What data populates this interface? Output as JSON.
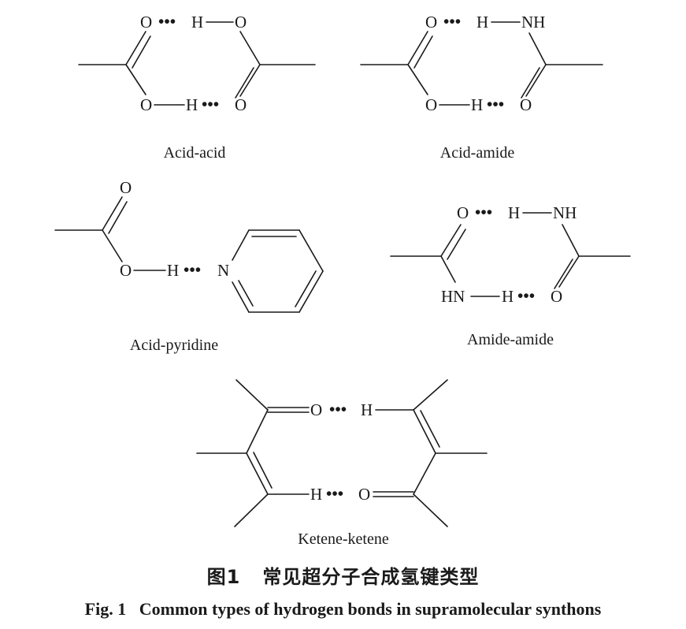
{
  "atoms": {
    "O": "O",
    "H": "H",
    "NH": "NH",
    "HN": "HN",
    "N": "N",
    "dots": "•••"
  },
  "synthons": {
    "acid_acid": "Acid-acid",
    "acid_amide": "Acid-amide",
    "acid_pyridine": "Acid-pyridine",
    "amide_amide": "Amide-amide",
    "ketene_ketene": "Ketene-ketene"
  },
  "caption": {
    "cn_number": "图1",
    "cn_text": "常见超分子合成氢键类型",
    "en_number": "Fig. 1",
    "en_text": "Common types of hydrogen bonds in supramolecular synthons"
  }
}
